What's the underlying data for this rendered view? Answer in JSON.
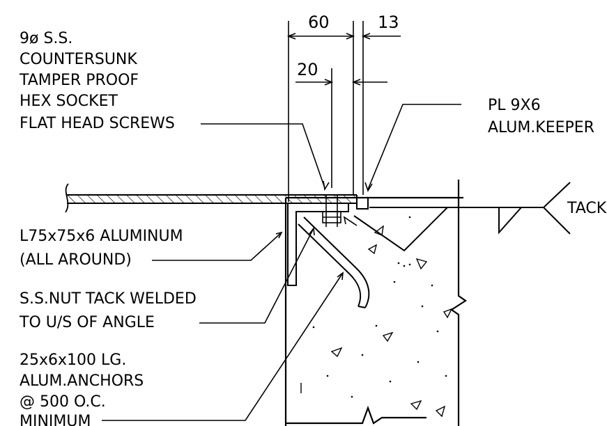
{
  "labels": {
    "screws": [
      "9ø S.S.",
      "COUNTERSUNK",
      "TAMPER PROOF",
      "HEX SOCKET",
      "FLAT HEAD SCREWS"
    ],
    "keeper": [
      "PL 9X6",
      "ALUM.KEEPER"
    ],
    "tack": "TACK",
    "angle": [
      "L75x75x6 ALUMINUM",
      "(ALL AROUND)"
    ],
    "nut": [
      "S.S.NUT TACK WELDED",
      "TO U/S OF ANGLE"
    ],
    "anchors": [
      "25x6x100 LG.",
      "ALUM.ANCHORS",
      "@ 500 O.C.",
      "MINIMUM"
    ]
  },
  "dimensions": {
    "d60": "60",
    "d13": "13",
    "d20": "20"
  },
  "colors": {
    "line": "#000000",
    "background": "#ffffff"
  }
}
